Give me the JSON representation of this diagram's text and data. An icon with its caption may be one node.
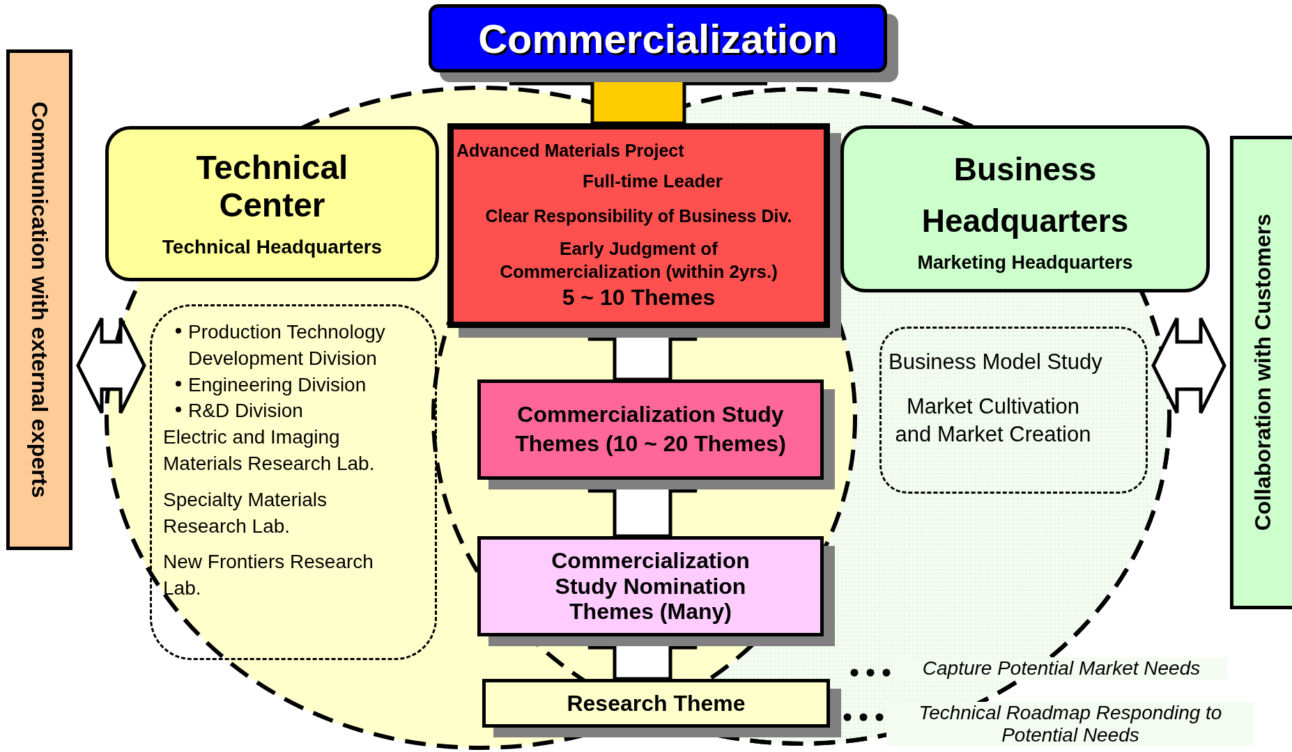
{
  "diagram": {
    "nodes": [
      {
        "text": [
          "Commercialization"
        ]
      },
      {
        "text": [
          "Communication with external experts"
        ]
      },
      {
        "text": [
          "Technical Center",
          "Technical Headquarters"
        ]
      },
      {
        "text": [
          "Advanced Materials Project",
          "Full-time Leader",
          "Clear Responsibility of Business Div.",
          "Early Judgment of Commercialization (within 2yrs.)",
          "5 ~ 10 Themes"
        ]
      },
      {
        "text": [
          "Business Headquarters",
          "Marketing Headquarters"
        ]
      },
      {
        "text": [
          "Collaboration with Customers"
        ]
      },
      {
        "text": [
          "Production Technology Development Division",
          "Engineering Division",
          "R&D Division",
          "Electric and Imaging Materials Research Lab.",
          "Specialty Materials Research Lab.",
          "New Frontiers Research Lab."
        ]
      },
      {
        "text": [
          "Business Model Study",
          "Market Cultivation and Market Creation"
        ]
      },
      {
        "text": [
          "Commercialization Study Themes (10 ~ 20 Themes)"
        ]
      },
      {
        "text": [
          "Commercialization Study Nomination Themes (Many)"
        ]
      },
      {
        "text": [
          "Research Theme"
        ]
      }
    ],
    "edges": [
      {
        "from": 3,
        "to": 0,
        "arrow": "to",
        "color": "#ffcc00"
      },
      {
        "from": 8,
        "to": 3,
        "arrow": "to"
      },
      {
        "from": 9,
        "to": 8,
        "arrow": "to"
      },
      {
        "from": 10,
        "to": 9,
        "arrow": "to"
      },
      {
        "from": 1,
        "to": 6,
        "arrow": "both"
      },
      {
        "from": 7,
        "to": 5,
        "arrow": "both"
      }
    ],
    "labels": [
      "Capture Potential Market Needs",
      "Technical Roadmap Responding to Potential Needs"
    ]
  }
}
